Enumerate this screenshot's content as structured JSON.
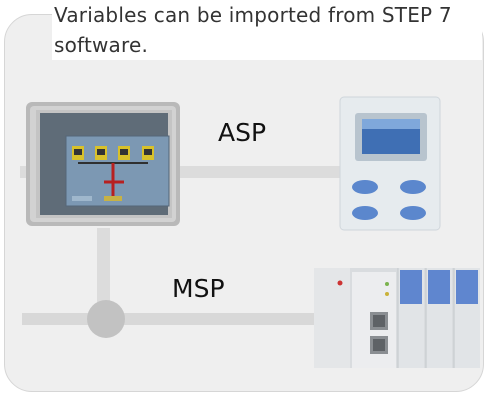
{
  "caption": "Variables can be imported from STEP 7 software.",
  "connections": {
    "asp_label": "ASP",
    "msp_label": "MSP"
  },
  "devices": {
    "hmi_panel": "hmi-touch-panel",
    "asp_device": "handheld-operator-unit",
    "msp_device": "plc-rack"
  }
}
